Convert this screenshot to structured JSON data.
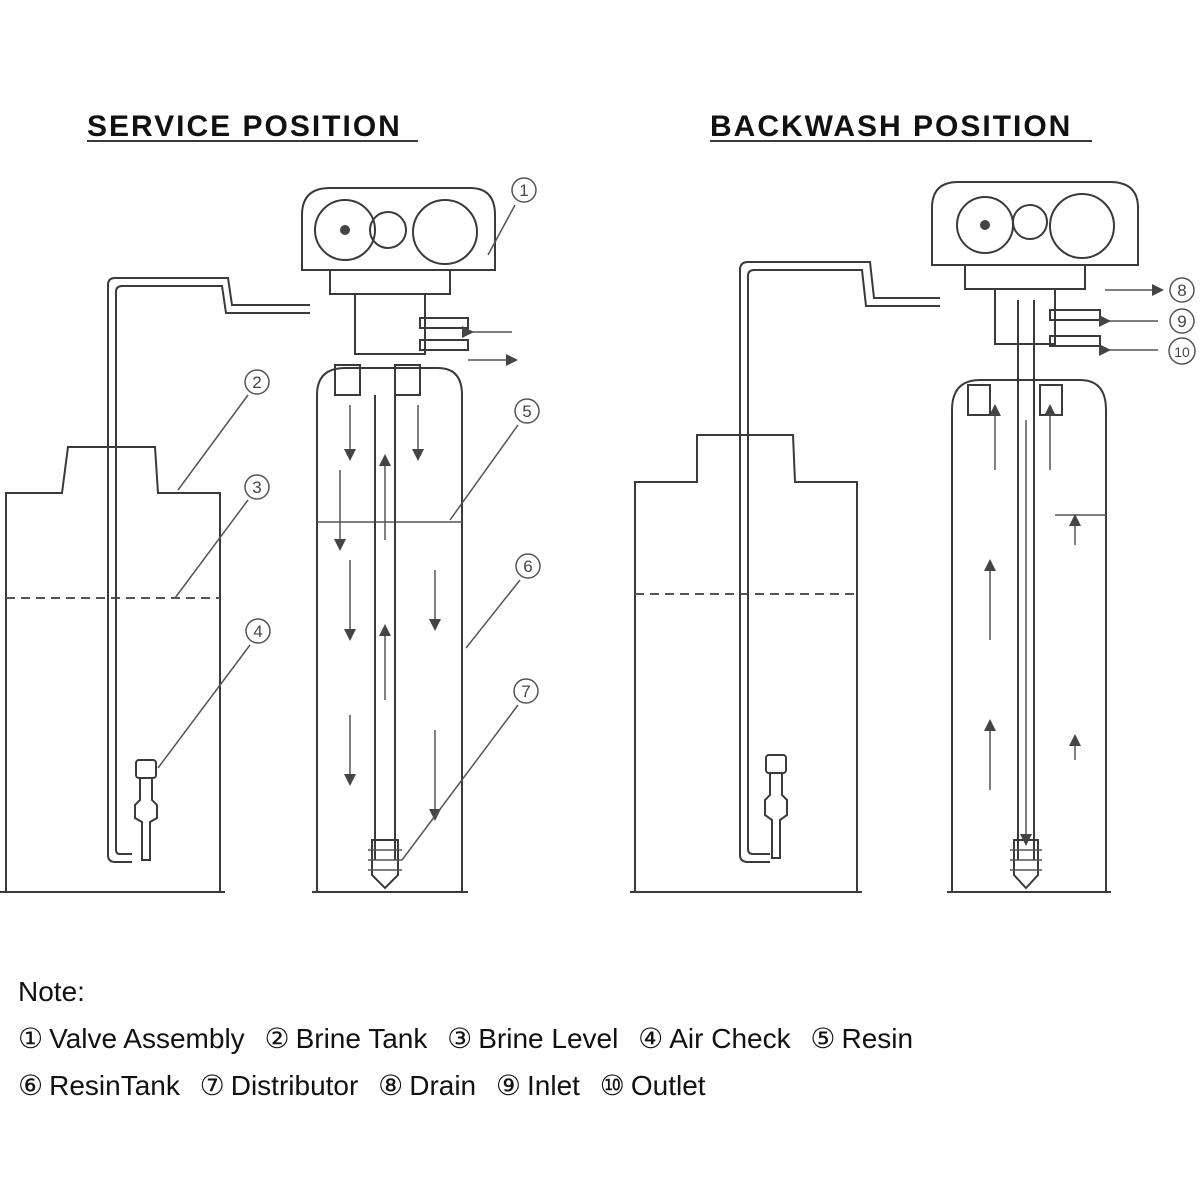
{
  "titles": {
    "service": "SERVICE POSITION",
    "backwash": "BACKWASH POSITION"
  },
  "callouts": {
    "c1": "1",
    "c2": "2",
    "c3": "3",
    "c4": "4",
    "c5": "5",
    "c6": "6",
    "c7": "7",
    "c8": "8",
    "c9": "9",
    "c10": "10"
  },
  "note": {
    "heading": "Note:",
    "rows": [
      [
        {
          "mark": "①",
          "label": "Valve Assembly"
        },
        {
          "mark": "②",
          "label": "Brine Tank"
        },
        {
          "mark": "③",
          "label": "Brine Level"
        },
        {
          "mark": "④",
          "label": "Air Check"
        },
        {
          "mark": "⑤",
          "label": "Resin"
        }
      ],
      [
        {
          "mark": "⑥",
          "label": "ResinTank"
        },
        {
          "mark": "⑦",
          "label": "Distributor"
        },
        {
          "mark": "⑧",
          "label": "Drain"
        },
        {
          "mark": "⑨",
          "label": "Inlet"
        },
        {
          "mark": "⑩",
          "label": "Outlet"
        }
      ]
    ]
  }
}
